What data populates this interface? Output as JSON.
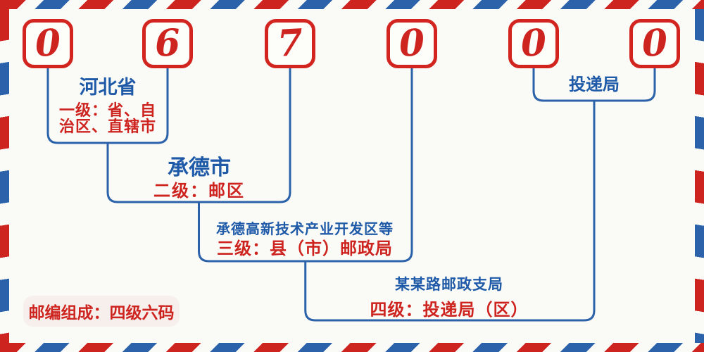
{
  "postal_code": {
    "value": "067000",
    "digits": [
      "0",
      "6",
      "7",
      "0",
      "0",
      "0"
    ]
  },
  "groups": {
    "level1": {
      "region": "河北省",
      "desc_line1": "一级：省、自",
      "desc_line2": "治区、直辖市"
    },
    "level2": {
      "region": "承德市",
      "desc": "二级：邮区"
    },
    "level3": {
      "region": "承德高新技术产业开发区等",
      "desc": "三级：县（市）邮政局"
    },
    "level4": {
      "region": "某某路邮政支局",
      "desc": "四级：投递局（区）"
    },
    "delivery": {
      "label": "投递局"
    }
  },
  "note": {
    "text": "邮编组成：四级六码"
  },
  "colors": {
    "red": "#ce2420",
    "blue_text": "#1e5aa8",
    "line_blue": "#2b62a9",
    "box_border_red": "#d2251f",
    "background": "#fafaf6",
    "note_bg": "#f6efec",
    "stripe_red": "#ce2420",
    "stripe_blue": "#2b62a9"
  }
}
